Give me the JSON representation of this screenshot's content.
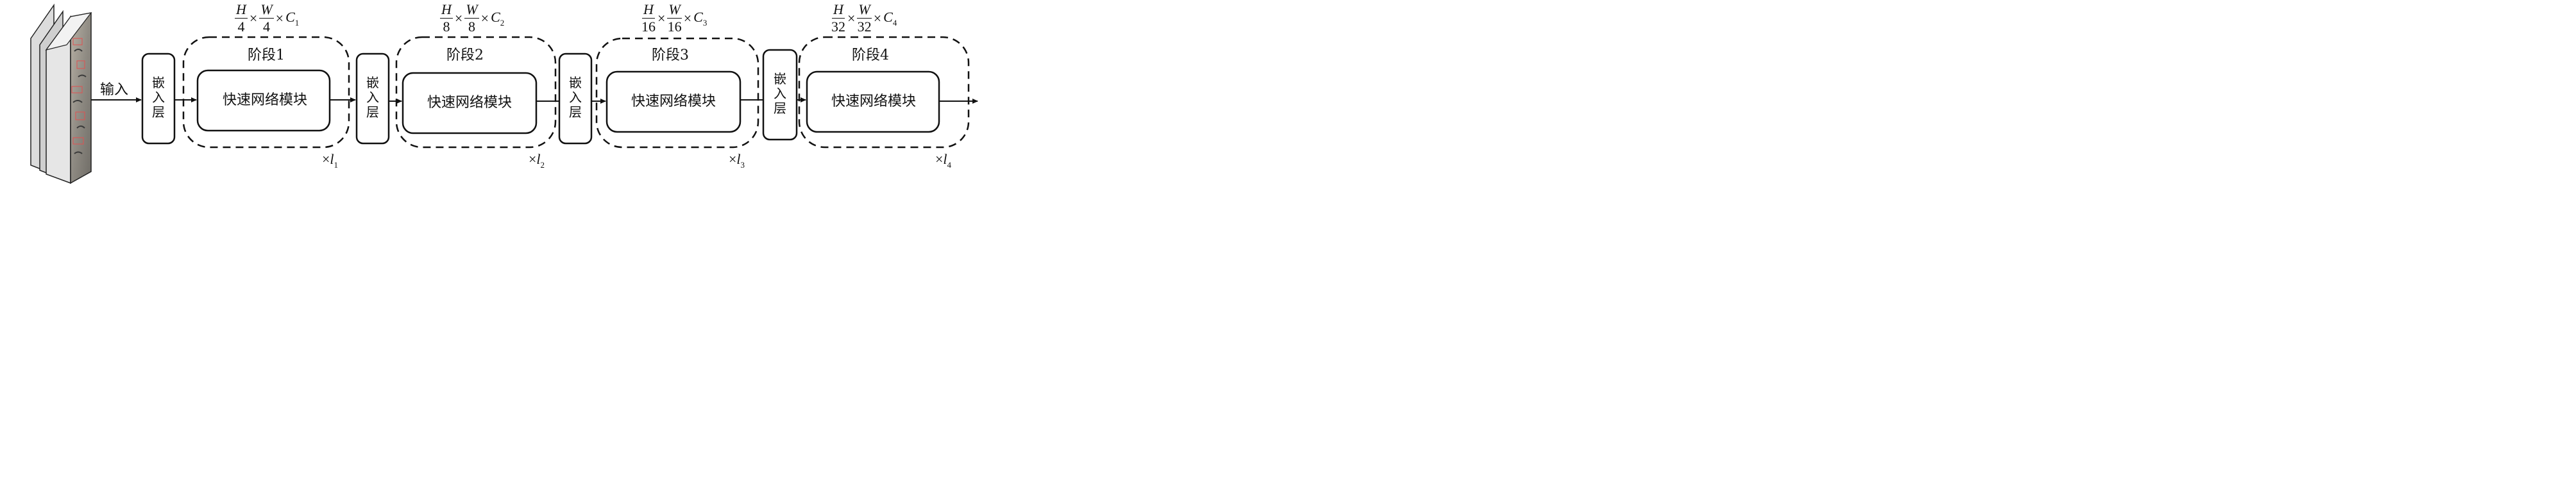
{
  "input_label": "输入",
  "embed_label": "嵌入层",
  "stages": [
    {
      "name": "阶段1",
      "block": "快速网络模块",
      "num_h": "H",
      "den_h": "4",
      "num_w": "W",
      "den_w": "4",
      "channel": "C",
      "channel_sub": "1",
      "repeat_sym": "×",
      "repeat_var": "l",
      "repeat_sub": "1"
    },
    {
      "name": "阶段2",
      "block": "快速网络模块",
      "num_h": "H",
      "den_h": "8",
      "num_w": "W",
      "den_w": "8",
      "channel": "C",
      "channel_sub": "2",
      "repeat_sym": "×",
      "repeat_var": "l",
      "repeat_sub": "2"
    },
    {
      "name": "阶段3",
      "block": "快速网络模块",
      "num_h": "H",
      "den_h": "16",
      "num_w": "W",
      "den_w": "16",
      "channel": "C",
      "channel_sub": "3",
      "repeat_sym": "×",
      "repeat_var": "l",
      "repeat_sub": "3"
    },
    {
      "name": "阶段4",
      "block": "快速网络模块",
      "num_h": "H",
      "den_h": "32",
      "num_w": "W",
      "den_w": "32",
      "channel": "C",
      "channel_sub": "4",
      "repeat_sym": "×",
      "repeat_var": "l",
      "repeat_sub": "4"
    }
  ],
  "times_symbol": "×",
  "colors": {
    "stroke": "#111111",
    "image_bg": "#8c8a84",
    "box_outline": "#e05050"
  }
}
